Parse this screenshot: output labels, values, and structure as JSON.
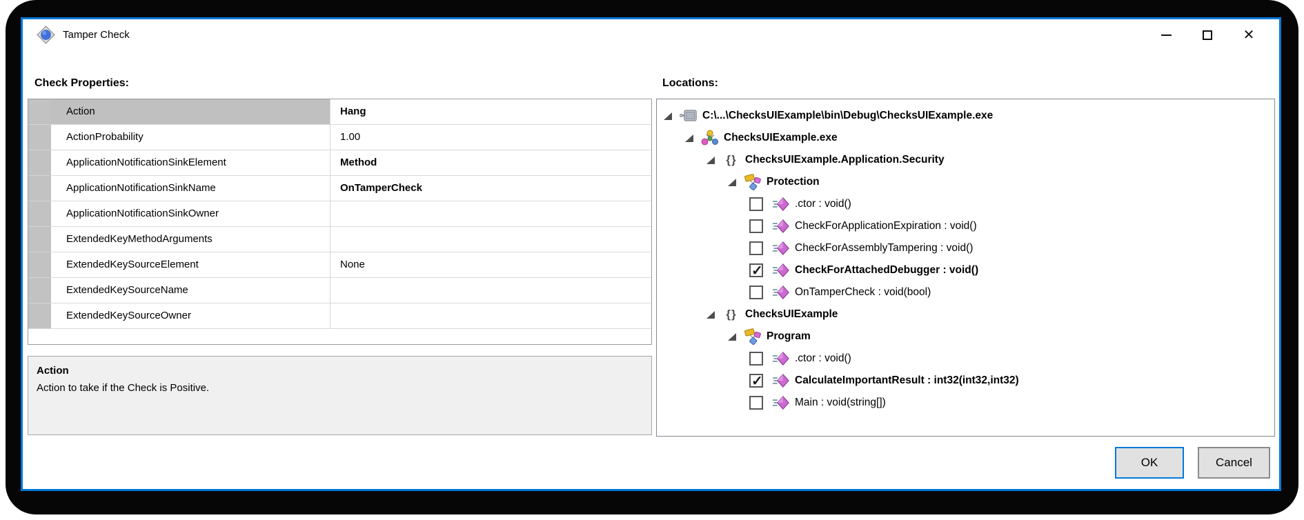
{
  "window": {
    "title": "Tamper Check"
  },
  "check_properties": {
    "label": "Check Properties:",
    "rows": [
      {
        "name": "Action",
        "value": "Hang",
        "value_bold": true,
        "selected": true
      },
      {
        "name": "ActionProbability",
        "value": "1.00",
        "value_bold": false,
        "selected": false
      },
      {
        "name": "ApplicationNotificationSinkElement",
        "value": "Method",
        "value_bold": true,
        "selected": false
      },
      {
        "name": "ApplicationNotificationSinkName",
        "value": "OnTamperCheck",
        "value_bold": true,
        "selected": false
      },
      {
        "name": "ApplicationNotificationSinkOwner",
        "value": "",
        "value_bold": false,
        "selected": false
      },
      {
        "name": "ExtendedKeyMethodArguments",
        "value": "",
        "value_bold": false,
        "selected": false
      },
      {
        "name": "ExtendedKeySourceElement",
        "value": "None",
        "value_bold": false,
        "selected": false
      },
      {
        "name": "ExtendedKeySourceName",
        "value": "",
        "value_bold": false,
        "selected": false
      },
      {
        "name": "ExtendedKeySourceOwner",
        "value": "",
        "value_bold": false,
        "selected": false
      }
    ]
  },
  "description": {
    "title": "Action",
    "text": "Action to take if the Check is Positive."
  },
  "locations": {
    "label": "Locations:",
    "tree": [
      {
        "level": 0,
        "icon": "module",
        "text": "C:\\...\\ChecksUIExample\\bin\\Debug\\ChecksUIExample.exe",
        "bold": true,
        "expander": true
      },
      {
        "level": 1,
        "icon": "assembly",
        "text": "ChecksUIExample.exe",
        "bold": true,
        "expander": true
      },
      {
        "level": 2,
        "icon": "namespace",
        "text": "ChecksUIExample.Application.Security",
        "bold": true,
        "expander": true
      },
      {
        "level": 3,
        "icon": "class",
        "text": "Protection",
        "bold": true,
        "expander": true
      },
      {
        "level": 4,
        "icon": "method",
        "text": ".ctor : void()",
        "bold": false,
        "checked": false
      },
      {
        "level": 4,
        "icon": "method",
        "text": "CheckForApplicationExpiration : void()",
        "bold": false,
        "checked": false
      },
      {
        "level": 4,
        "icon": "method",
        "text": "CheckForAssemblyTampering : void()",
        "bold": false,
        "checked": false
      },
      {
        "level": 4,
        "icon": "method",
        "text": "CheckForAttachedDebugger : void()",
        "bold": true,
        "checked": true
      },
      {
        "level": 4,
        "icon": "method",
        "text": "OnTamperCheck : void(bool)",
        "bold": false,
        "checked": false
      },
      {
        "level": 2,
        "icon": "namespace",
        "text": "ChecksUIExample",
        "bold": true,
        "expander": true
      },
      {
        "level": 3,
        "icon": "class",
        "text": "Program",
        "bold": true,
        "expander": true
      },
      {
        "level": 4,
        "icon": "method",
        "text": ".ctor : void()",
        "bold": false,
        "checked": false
      },
      {
        "level": 4,
        "icon": "method",
        "text": "CalculateImportantResult : int32(int32,int32)",
        "bold": true,
        "checked": true
      },
      {
        "level": 4,
        "icon": "method",
        "text": "Main : void(string[])",
        "bold": false,
        "checked": false
      }
    ]
  },
  "buttons": {
    "ok": "OK",
    "cancel": "Cancel"
  },
  "colors": {
    "accent": "#0078d7",
    "selected_row": "#c0c0c0",
    "frame": "#060606"
  }
}
